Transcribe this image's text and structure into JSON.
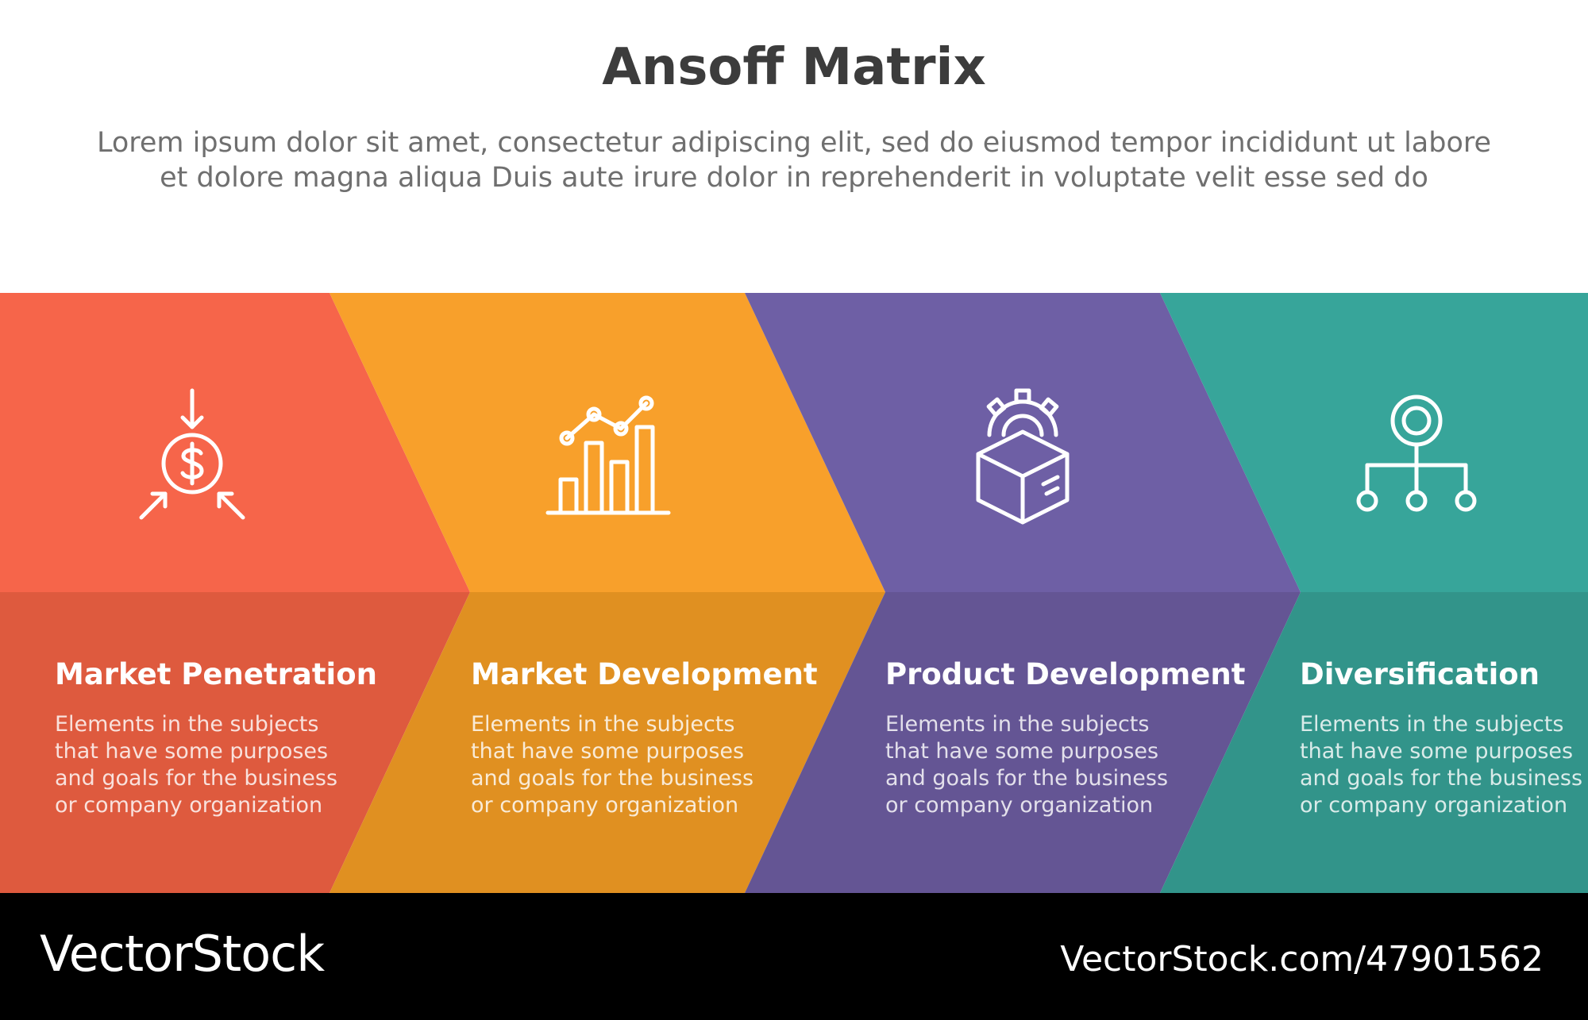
{
  "title": "Ansoff Matrix",
  "subtitle_lines": [
    "Lorem ipsum dolor sit amet, consectetur adipiscing elit, sed do eiusmod tempor incididunt ut labore",
    "et dolore magna aliqua Duis aute irure dolor in reprehenderit in voluptate velit esse sed do"
  ],
  "stages": [
    {
      "title": "Market Penetration",
      "desc_lines": [
        "Elements in the subjects",
        "that have some purposes",
        "and goals for the  business",
        "or company organization"
      ],
      "icon": "dollar-target-icon",
      "color_top": "#f6654a",
      "color_bottom": "#de5a3e"
    },
    {
      "title": "Market Development",
      "desc_lines": [
        "Elements in the subjects",
        "that have some purposes",
        "and goals for the  business",
        "or company organization"
      ],
      "icon": "growth-chart-icon",
      "color_top": "#f8a02b",
      "color_bottom": "#e09021"
    },
    {
      "title": "Product Development",
      "desc_lines": [
        "Elements in the subjects",
        "that have some purposes",
        "and goals for the  business",
        "or company organization"
      ],
      "icon": "gear-box-icon",
      "color_top": "#6e5fa5",
      "color_bottom": "#645594"
    },
    {
      "title": "Diversification",
      "desc_lines": [
        "Elements in the subjects",
        "that have some purposes",
        "and goals for the  business",
        "or company organization"
      ],
      "icon": "hierarchy-icon",
      "color_top": "#37a59a",
      "color_bottom": "#32948a"
    }
  ],
  "footer": {
    "brand": "VectorStock",
    "url": "VectorStock.com/47901562"
  }
}
